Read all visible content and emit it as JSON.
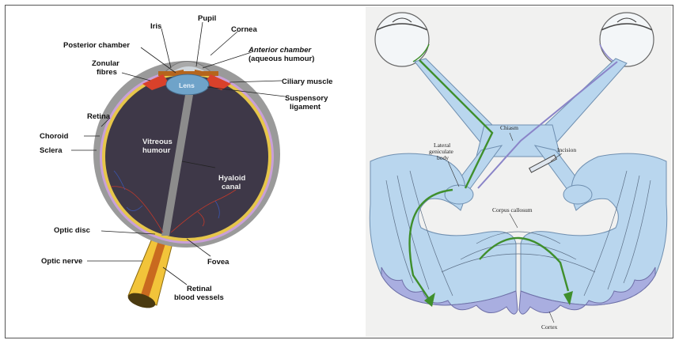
{
  "eye_diagram": {
    "labels": {
      "pupil": "Pupil",
      "iris": "Iris",
      "cornea": "Cornea",
      "posterior_chamber": "Posterior chamber",
      "anterior_chamber_1": "Anterior chamber",
      "anterior_chamber_2": "(aqueous humour)",
      "zonular_1": "Zonular",
      "zonular_2": "fibres",
      "lens": "Lens",
      "ciliary_muscle": "Ciliary muscle",
      "suspensory_1": "Suspensory",
      "suspensory_2": "ligament",
      "retina": "Retina",
      "choroid": "Choroid",
      "sclera": "Sclera",
      "vitreous_1": "Vitreous",
      "vitreous_2": "humour",
      "hyaloid_1": "Hyaloid",
      "hyaloid_2": "canal",
      "optic_disc": "Optic disc",
      "optic_nerve": "Optic nerve",
      "fovea": "Fovea",
      "retinal_vessels_1": "Retinal",
      "retinal_vessels_2": "blood vessels"
    },
    "colors": {
      "sclera": "#9a9a9a",
      "vitreous": "#3e3848",
      "lens": "#6fa3c9",
      "iris": "#b5651d",
      "ciliary": "#d9412b",
      "choroid": "#c9a0d8",
      "retina": "#e6c64a",
      "optic_nerve": "#f2c43a",
      "vessels": "#c0392b"
    }
  },
  "visual_pathway_diagram": {
    "labels": {
      "chiasm": "Chiasm",
      "lateral_geniculate_1": "Lateral",
      "lateral_geniculate_2": "geniculate",
      "lateral_geniculate_3": "body",
      "incision": "Incision",
      "corpus_callosum": "Corpus callosum",
      "cortex": "Cortex"
    },
    "colors": {
      "tissue": "#b9d6ee",
      "tissue_outline": "#6f8fb0",
      "green_pathway": "#3f8f2c",
      "purple_pathway": "#8a84c8",
      "cortex": "#a9aee0"
    }
  }
}
